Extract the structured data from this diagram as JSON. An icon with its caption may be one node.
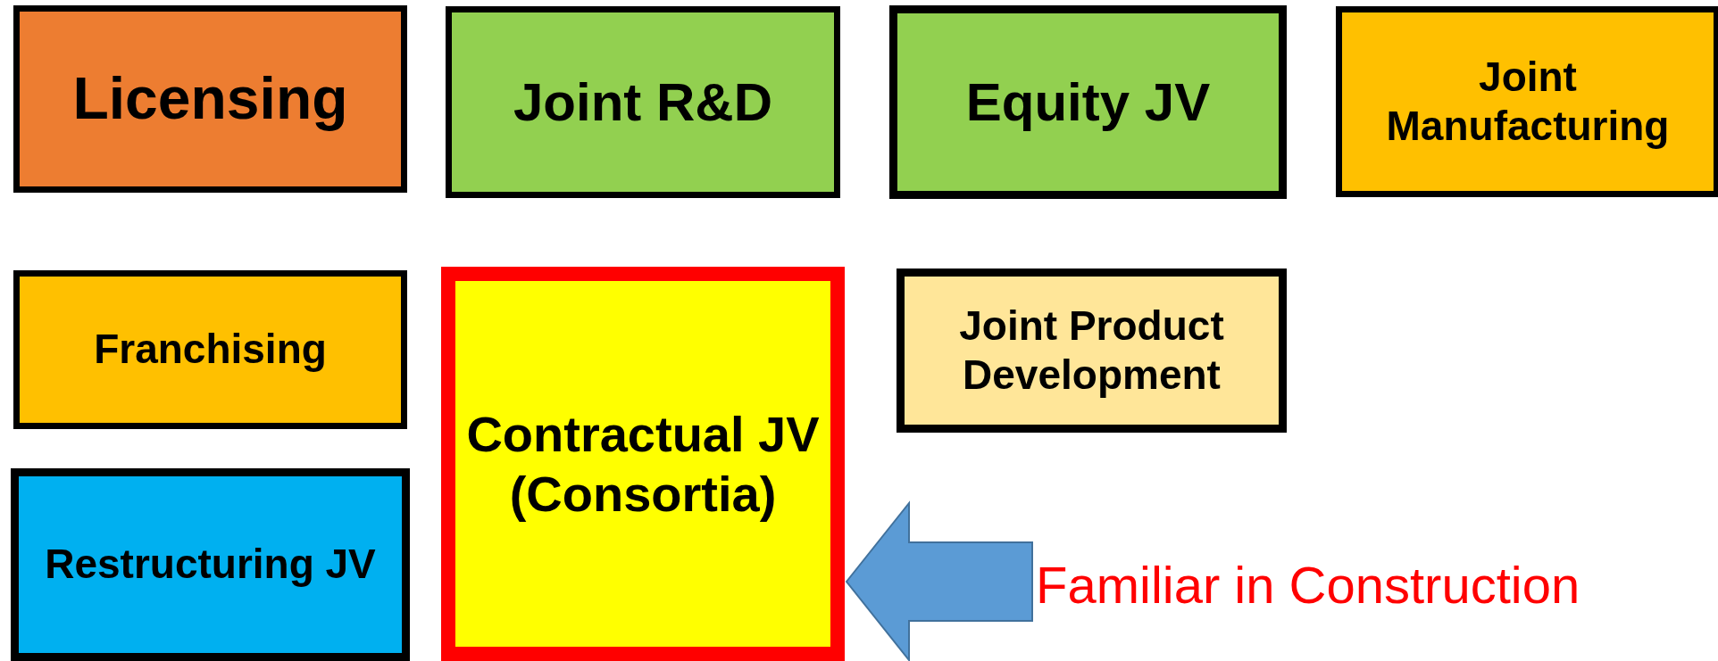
{
  "diagram": {
    "nodes": [
      {
        "text": [
          "Licensing"
        ]
      },
      {
        "text": [
          "Joint R&D"
        ]
      },
      {
        "text": [
          "Equity JV"
        ]
      },
      {
        "text": [
          "Joint Manufacturing"
        ]
      },
      {
        "text": [
          "Franchising"
        ]
      },
      {
        "text": [
          "Contractual JV (Consortia)"
        ]
      },
      {
        "text": [
          "Joint Product Development"
        ]
      },
      {
        "text": [
          "Restructuring JV"
        ]
      },
      {
        "text": [
          "Familiar in Construction"
        ]
      }
    ],
    "edges": [
      {
        "from": 8,
        "to": 5,
        "arrow": "to",
        "color": "#5b9bd5",
        "style": "thick"
      }
    ]
  }
}
